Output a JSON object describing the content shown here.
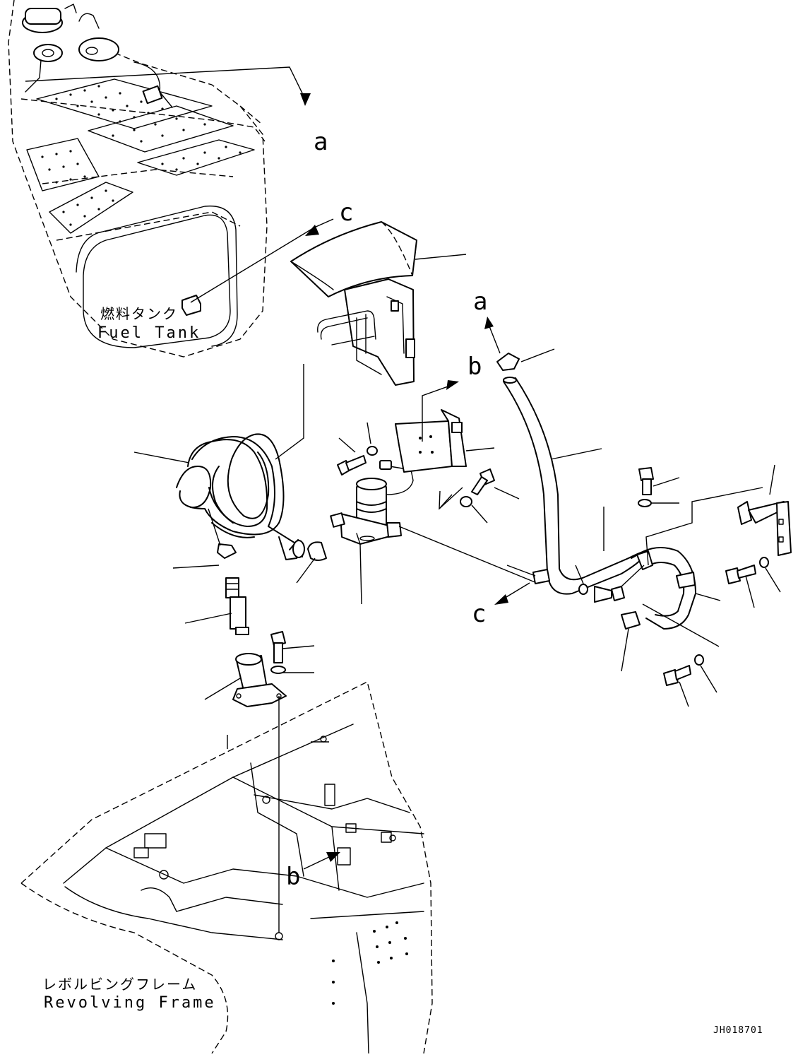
{
  "diagram": {
    "callouts": {
      "a_top": "a",
      "a_right": "a",
      "b_mid": "b",
      "b_frame": "b",
      "c_top": "c",
      "c_right": "c"
    },
    "labels": {
      "fuel_tank_jp": "燃料タンク",
      "fuel_tank_en": "Fuel Tank",
      "revolving_frame_jp": "レボルビングフレーム",
      "revolving_frame_en": "Revolving Frame"
    },
    "drawing_code": "JH018701"
  }
}
